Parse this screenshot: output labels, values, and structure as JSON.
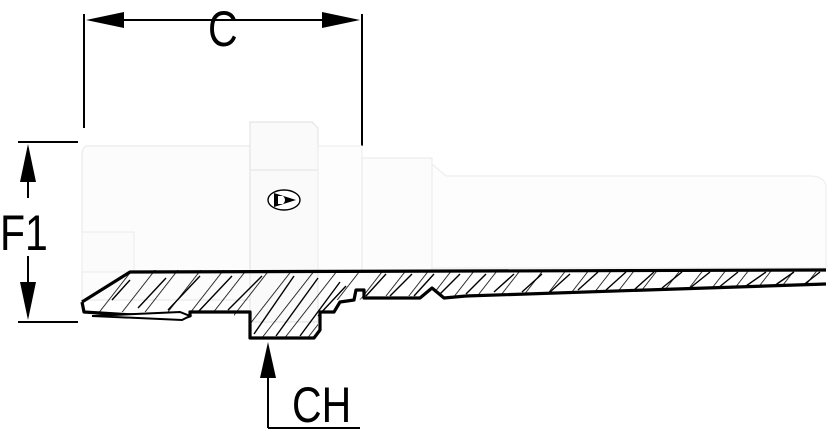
{
  "dimensions": {
    "c": "C",
    "f1": "F1",
    "ch": "CH"
  },
  "colors": {
    "outline": "#000000",
    "body_fill": "#ffffff",
    "hatch": "#000000"
  },
  "icons": {
    "logo": "dunlop-logo-icon"
  }
}
